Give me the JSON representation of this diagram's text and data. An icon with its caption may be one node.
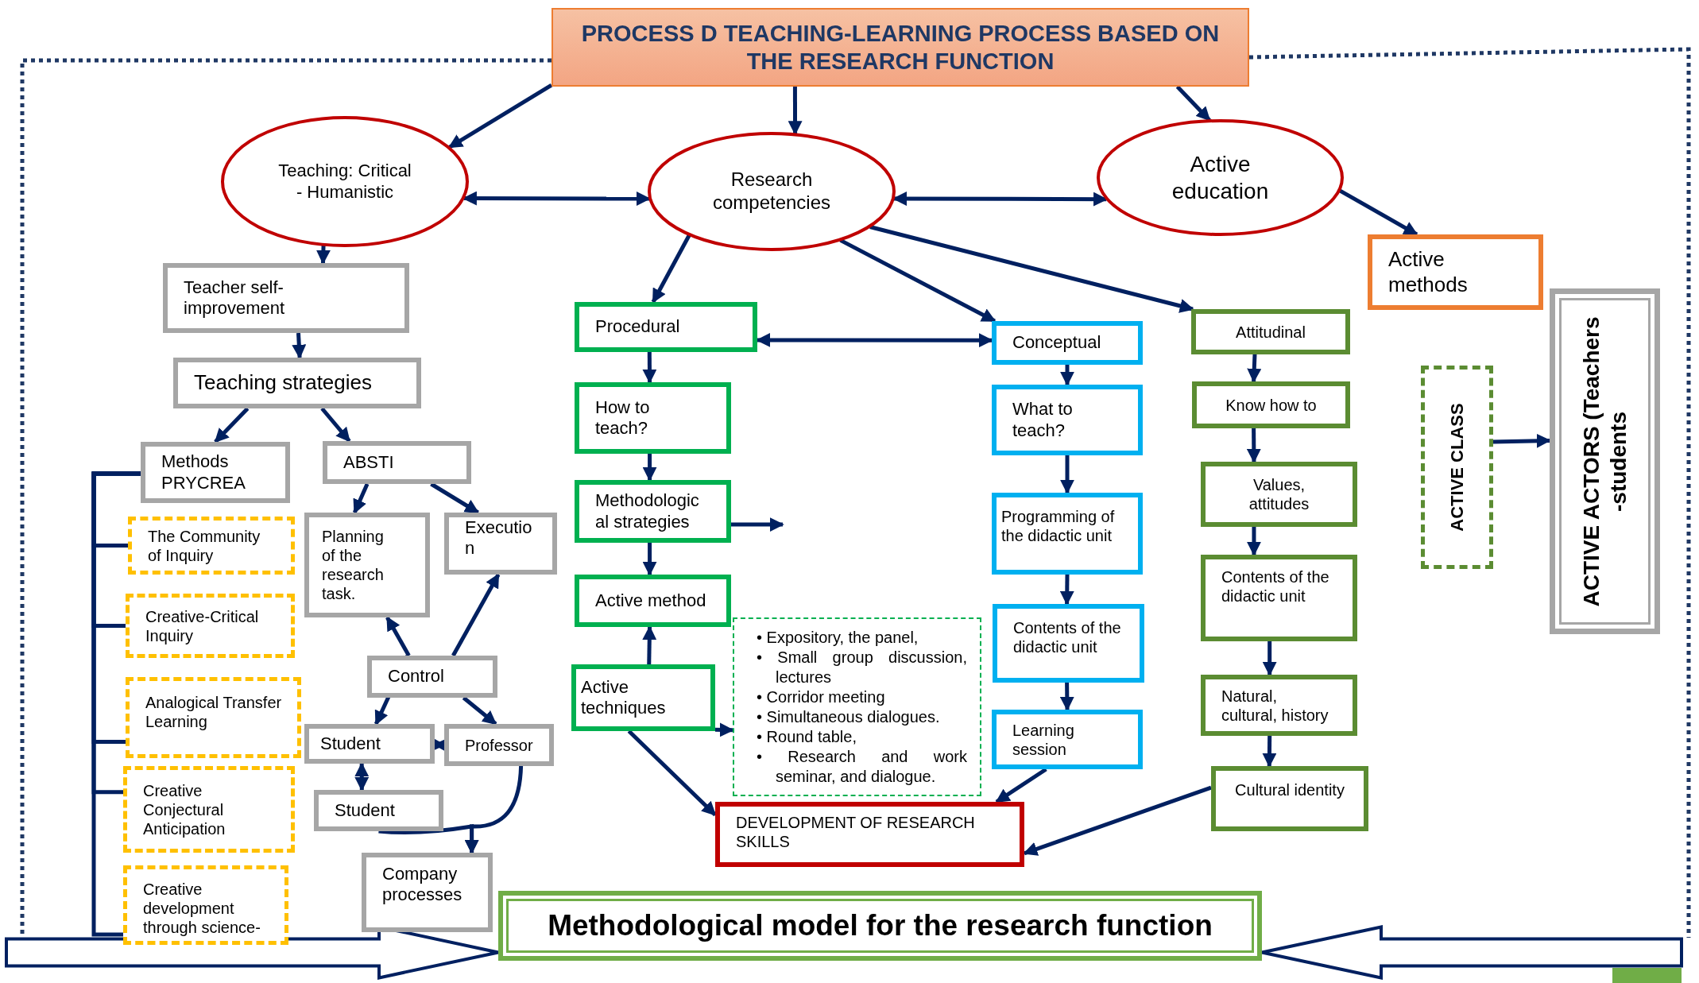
{
  "diagram": {
    "nodes": [
      {
        "text": [
          "PROCESS D TEACHING-LEARNING PROCESS BASED ON THE RESEARCH FUNCTION"
        ]
      },
      {
        "text": [
          "Teaching: Critical - Humanistic"
        ]
      },
      {
        "text": [
          "Research competencies"
        ]
      },
      {
        "text": [
          "Active education"
        ]
      },
      {
        "text": [
          "Active methods"
        ]
      },
      {
        "text": [
          "Teacher self-improvement"
        ]
      },
      {
        "text": [
          "Teaching strategies"
        ]
      },
      {
        "text": [
          "Methods PRYCREA"
        ]
      },
      {
        "text": [
          "ABSTI"
        ]
      },
      {
        "text": [
          "Planning of the research task."
        ]
      },
      {
        "text": [
          "Executio n"
        ]
      },
      {
        "text": [
          "The Community of Inquiry"
        ]
      },
      {
        "text": [
          "Creative-Critical Inquiry"
        ]
      },
      {
        "text": [
          "Analogical Transfer Learning"
        ]
      },
      {
        "text": [
          "Creative Conjectural Anticipation"
        ]
      },
      {
        "text": [
          "Creative development through science-"
        ]
      },
      {
        "text": [
          "Control"
        ]
      },
      {
        "text": [
          "Student"
        ]
      },
      {
        "text": [
          "Professor"
        ]
      },
      {
        "text": [
          "Student"
        ]
      },
      {
        "text": [
          "Company processes"
        ]
      },
      {
        "text": [
          "Procedural"
        ]
      },
      {
        "text": [
          "How to teach?"
        ]
      },
      {
        "text": [
          "Methodologic al strategies"
        ]
      },
      {
        "text": [
          "Active method"
        ]
      },
      {
        "text": [
          "Active techniques"
        ]
      },
      {
        "text": [
          "• Expository, the panel,",
          "• Small group discussion, lectures",
          "• Corridor meeting",
          "• Simultaneous dialogues.",
          "• Round table,",
          "• Research and work seminar, and dialogue."
        ]
      },
      {
        "text": [
          "DEVELOPMENT OF RESEARCH SKILLS"
        ]
      },
      {
        "text": [
          "Conceptual"
        ]
      },
      {
        "text": [
          "What to teach?"
        ]
      },
      {
        "text": [
          "Programming of the didactic unit"
        ]
      },
      {
        "text": [
          "Contents of the didactic unit"
        ]
      },
      {
        "text": [
          "Learning session"
        ]
      },
      {
        "text": [
          "Attitudinal"
        ]
      },
      {
        "text": [
          "Know how to"
        ]
      },
      {
        "text": [
          "Values, attitudes"
        ]
      },
      {
        "text": [
          "Contents of the didactic unit"
        ]
      },
      {
        "text": [
          "Natural, cultural, history"
        ]
      },
      {
        "text": [
          "Cultural identity"
        ]
      },
      {
        "text": [
          "ACTIVE CLASS"
        ]
      },
      {
        "text": [
          "ACTIVE ACTORS (Teachers -students"
        ]
      },
      {
        "text": [
          "Methodological model for the research function"
        ]
      }
    ],
    "edges": [
      {
        "from": 0,
        "to": 1,
        "arrow": "to"
      },
      {
        "from": 0,
        "to": 2,
        "arrow": "to"
      },
      {
        "from": 0,
        "to": 3,
        "arrow": "to"
      },
      {
        "from": 1,
        "to": 2,
        "arrow": "both"
      },
      {
        "from": 2,
        "to": 3,
        "arrow": "both"
      },
      {
        "from": 3,
        "to": 4,
        "arrow": "to"
      },
      {
        "from": 1,
        "to": 5,
        "arrow": "to"
      },
      {
        "from": 5,
        "to": 6,
        "arrow": "to"
      },
      {
        "from": 6,
        "to": 7,
        "arrow": "to"
      },
      {
        "from": 6,
        "to": 8,
        "arrow": "to"
      },
      {
        "from": 8,
        "to": 9,
        "arrow": "to"
      },
      {
        "from": 8,
        "to": 10,
        "arrow": "to"
      },
      {
        "from": 16,
        "to": 9,
        "arrow": "to"
      },
      {
        "from": 16,
        "to": 10,
        "arrow": "to"
      },
      {
        "from": 16,
        "to": 17,
        "arrow": "to"
      },
      {
        "from": 16,
        "to": 18,
        "arrow": "to"
      },
      {
        "from": 17,
        "to": 18,
        "arrow": "both"
      },
      {
        "from": 17,
        "to": 19,
        "arrow": "both"
      },
      {
        "from": 18,
        "to": 20,
        "arrow": "to"
      },
      {
        "from": 19,
        "to": 20,
        "arrow": "to"
      },
      {
        "from": 2,
        "to": 21,
        "arrow": "to"
      },
      {
        "from": 2,
        "to": 28,
        "arrow": "to"
      },
      {
        "from": 2,
        "to": 33,
        "arrow": "to"
      },
      {
        "from": 21,
        "to": 28,
        "arrow": "both"
      },
      {
        "from": 21,
        "to": 22,
        "arrow": "to"
      },
      {
        "from": 22,
        "to": 23,
        "arrow": "to"
      },
      {
        "from": 23,
        "to": 24,
        "arrow": "to"
      },
      {
        "from": 23,
        "to": null,
        "arrow": "to"
      },
      {
        "from": 25,
        "to": 24,
        "arrow": "to"
      },
      {
        "from": 25,
        "to": 26,
        "arrow": "to"
      },
      {
        "from": 25,
        "to": 27,
        "arrow": "to"
      },
      {
        "from": 28,
        "to": 29,
        "arrow": "to"
      },
      {
        "from": 29,
        "to": 30,
        "arrow": "to"
      },
      {
        "from": 30,
        "to": 31,
        "arrow": "to"
      },
      {
        "from": 31,
        "to": 32,
        "arrow": "to"
      },
      {
        "from": 32,
        "to": 27,
        "arrow": "to"
      },
      {
        "from": 38,
        "to": 27,
        "arrow": "to"
      },
      {
        "from": 33,
        "to": 34,
        "arrow": "to"
      },
      {
        "from": 34,
        "to": 35,
        "arrow": "to"
      },
      {
        "from": 35,
        "to": 36,
        "arrow": "to"
      },
      {
        "from": 36,
        "to": 37,
        "arrow": "to"
      },
      {
        "from": 37,
        "to": 38,
        "arrow": "to"
      },
      {
        "from": 39,
        "to": 40,
        "arrow": "to"
      },
      {
        "from": 7,
        "to": 11,
        "arrow": "none"
      },
      {
        "from": 7,
        "to": 12,
        "arrow": "none"
      },
      {
        "from": 7,
        "to": 13,
        "arrow": "none"
      },
      {
        "from": 7,
        "to": 14,
        "arrow": "none"
      },
      {
        "from": 7,
        "to": 15,
        "arrow": "none"
      },
      {
        "from": null,
        "to": 41,
        "arrow": "to",
        "style": "thick"
      },
      {
        "from": null,
        "to": 41,
        "arrow": "to",
        "style": "thick"
      }
    ]
  }
}
